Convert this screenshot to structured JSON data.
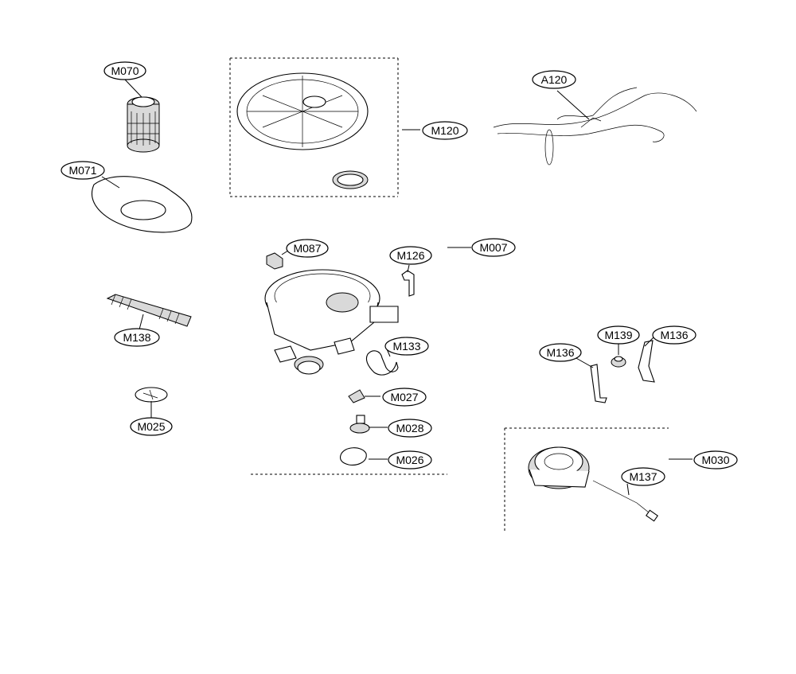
{
  "labels": {
    "m070": "M070",
    "m071": "M071",
    "m120": "M120",
    "a120": "A120",
    "m087": "M087",
    "m126": "M126",
    "m007": "M007",
    "m138": "M138",
    "m133": "M133",
    "m139": "M139",
    "m136_left": "M136",
    "m136_right": "M136",
    "m027": "M027",
    "m025": "M025",
    "m028": "M028",
    "m026": "M026",
    "m030": "M030",
    "m137": "M137"
  }
}
